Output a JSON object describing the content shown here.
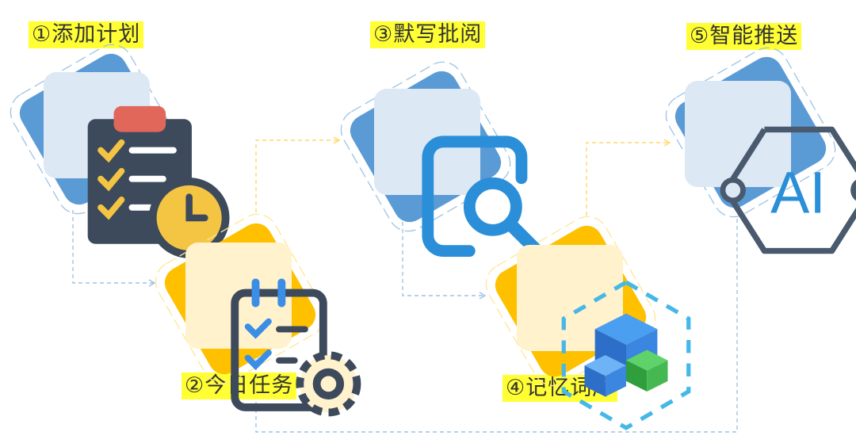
{
  "steps": [
    {
      "label": "①添加计划",
      "icon": "clipboard-clock-icon",
      "theme": "blue"
    },
    {
      "label": "②今日任务",
      "icon": "clipboard-gear-icon",
      "theme": "yellow"
    },
    {
      "label": "③默写批阅",
      "icon": "search-review-icon",
      "theme": "blue"
    },
    {
      "label": "④记忆词库",
      "icon": "cubes-icon",
      "theme": "yellow"
    },
    {
      "label": "⑤智能推送",
      "icon": "ai-chip-icon",
      "theme": "blue"
    }
  ],
  "ai_icon_text": "AI",
  "colors": {
    "highlight": "#ffff33",
    "blue_back": "#5b9bd5",
    "blue_card": "#dde8f5",
    "yellow_back": "#ffc000",
    "yellow_card": "#fff2cc",
    "connector_blue": "#9cc3e6",
    "connector_yellow": "#ffd966"
  }
}
